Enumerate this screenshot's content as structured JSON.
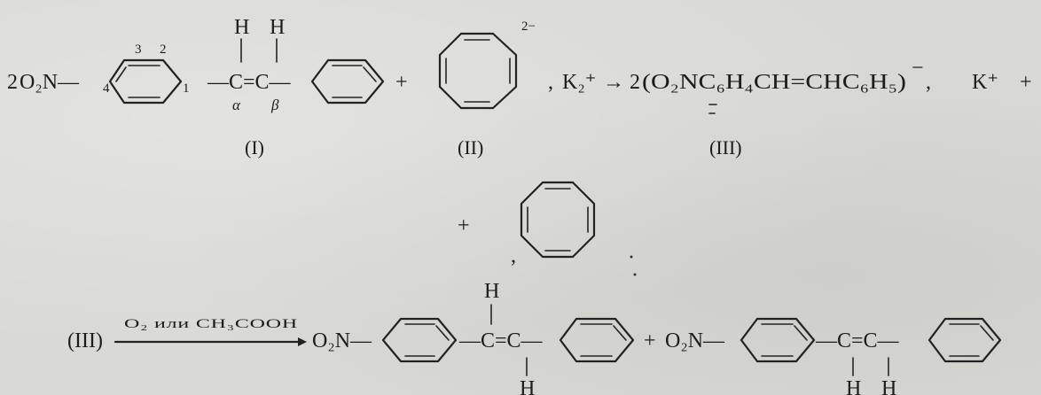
{
  "equation1": {
    "coef_left": "2",
    "reagent_group": "O₂N—",
    "ring_pos_4": "4",
    "ring_pos_3": "3",
    "ring_pos_2": "2",
    "ring_pos_1": "1",
    "vinyl_h1": "H",
    "vinyl_h2": "H",
    "vinyl_group": "—C=C—",
    "alpha": "α",
    "beta": "β",
    "plus1": "+",
    "dianion_charge": "2−",
    "separator": ",",
    "counterion": "K₂⁺",
    "arrow": "→",
    "coef_product": "2",
    "product_formula": "(O₂NC₆H₄CH=CHC₆H₅)",
    "product_charge": "−",
    "product_separator": ",",
    "k_cation": "K⁺",
    "plus2": "+"
  },
  "labels": {
    "compound_I": "(I)",
    "compound_II": "(II)",
    "compound_III": "(III)"
  },
  "equation2": {
    "plus": "+",
    "separator": ","
  },
  "equation3": {
    "reactant": "(III)",
    "conditions": "O₂ или CH₃COOH",
    "product1_group": "O₂N—",
    "product1_h_top": "H",
    "product1_vinyl": "—C=C—",
    "product1_h_bottom": "H",
    "plus": "+",
    "product2_group": "O₂N—",
    "product2_vinyl": "—C=C—",
    "product2_h1": "H",
    "product2_h2": "H"
  }
}
